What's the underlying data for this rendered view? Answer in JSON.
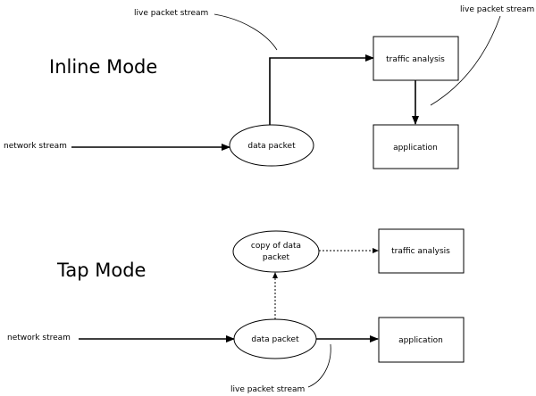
{
  "inline": {
    "title": "Inline Mode",
    "network_stream": "network stream",
    "live_packet_stream_left": "live packet stream",
    "live_packet_stream_right": "live packet stream",
    "data_packet": "data packet",
    "traffic_analysis": "traffic analysis",
    "application": "application"
  },
  "tap": {
    "title": "Tap Mode",
    "network_stream": "network stream",
    "copy_line1": "copy of data",
    "copy_line2": "packet",
    "traffic_analysis": "traffic analysis",
    "data_packet": "data packet",
    "application": "application",
    "live_packet_stream": "live packet stream"
  }
}
